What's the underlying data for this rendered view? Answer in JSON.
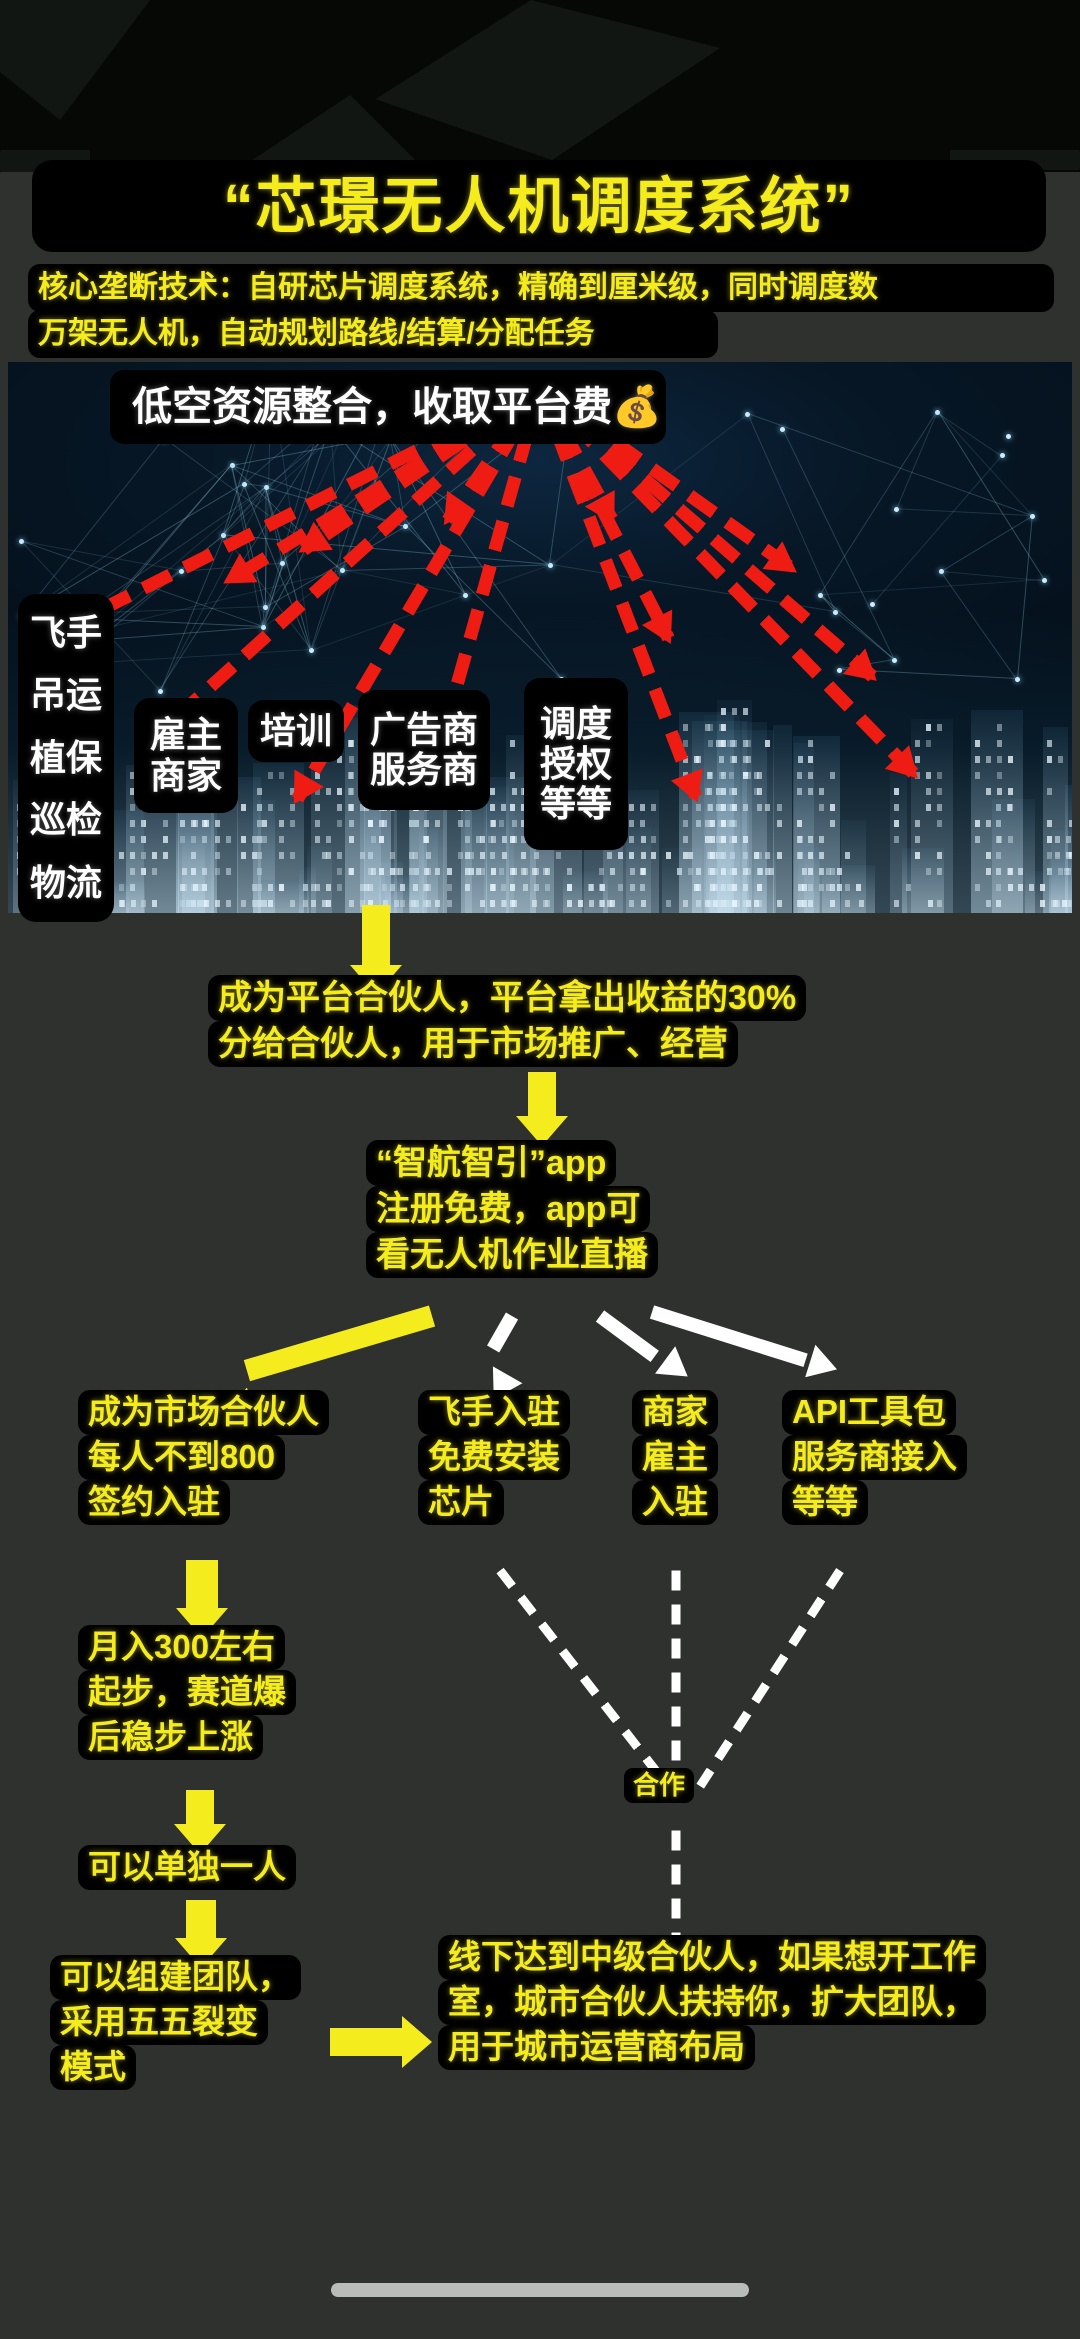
{
  "header": {
    "title": "“芯璟无人机调度系统”",
    "subtitle_line1": "核心垄断技术：自研芯片调度系统，精确到厘米级，同时调度数",
    "subtitle_line2": "万架无人机，自动规划路线/结算/分配任务"
  },
  "hero": {
    "banner": "低空资源整合，收取平台费💰",
    "labels": {
      "flyer": {
        "lines": [
          "飞手",
          "吊运",
          "植保",
          "巡检",
          "物流"
        ]
      },
      "employer": {
        "lines": [
          "雇主",
          "商家"
        ]
      },
      "training": {
        "lines": [
          "培训"
        ]
      },
      "advertiser": {
        "lines": [
          "广告商",
          "服务商"
        ]
      },
      "dispatch": {
        "lines": [
          "调度",
          "授权",
          "等等"
        ]
      }
    }
  },
  "flow": {
    "partner": {
      "lines": [
        "成为平台合伙人，平台拿出收益的30%",
        "分给合伙人，用于市场推广、经营"
      ]
    },
    "app": {
      "lines": [
        "“智航智引”app",
        "注册免费，app可",
        "看无人机作业直播"
      ]
    },
    "market_partner": {
      "lines": [
        "成为市场合伙人",
        "每人不到800",
        "签约入驻"
      ]
    },
    "flyer_join": {
      "lines": [
        "飞手入驻",
        "免费安装",
        "芯片"
      ]
    },
    "merchant_join": {
      "lines": [
        "商家",
        "雇主",
        "入驻"
      ]
    },
    "api_pack": {
      "lines": [
        "API工具包",
        "服务商接入",
        "等等"
      ]
    },
    "income": {
      "lines": [
        "月入300左右",
        "起步，赛道爆",
        "后稳步上涨"
      ]
    },
    "solo": {
      "lines": [
        "可以单独一人"
      ]
    },
    "team": {
      "lines": [
        "可以组建团队，",
        "采用五五裂变",
        "模式"
      ]
    },
    "cooperation": {
      "lines": [
        "合作"
      ]
    },
    "city_operator": {
      "lines": [
        "线下达到中级合伙人，如果想开工作",
        "室，城市合伙人扶持你，扩大团队，",
        "用于城市运营商布局"
      ]
    }
  },
  "colors": {
    "yellow": "#f5ec1d",
    "white": "#ffffff",
    "red_arrow": "#ee1c12",
    "box_bg": "#000000",
    "page_bg": "#2e312e"
  }
}
